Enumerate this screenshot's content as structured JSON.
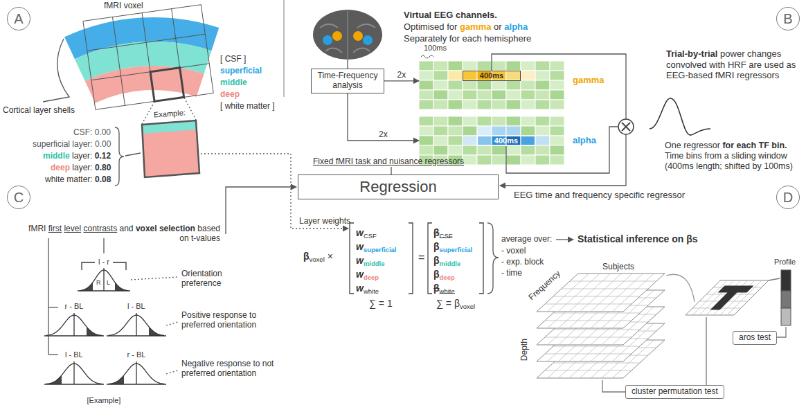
{
  "diagram": {
    "nodes": [
      {
        "text": [
          "A"
        ]
      },
      {
        "text": [
          "B"
        ]
      },
      {
        "text": [
          "Time-Frequency analysis"
        ]
      },
      {
        "text": [
          "400ms",
          "gamma"
        ]
      },
      {
        "text": [
          "400ms",
          "alpha"
        ]
      },
      {
        "text": [
          "C"
        ]
      },
      {
        "text": [
          "Regression"
        ]
      },
      {
        "text": [
          "D"
        ]
      },
      {
        "text": [
          "cluster permutation test"
        ]
      },
      {
        "text": [
          "aros test"
        ]
      }
    ],
    "edges": [
      {
        "from": 2,
        "to": 3,
        "arrow": "to",
        "label": "2x"
      },
      {
        "from": 2,
        "to": 4,
        "arrow": "to",
        "label": "2x"
      }
    ],
    "labels": [
      "fMRI voxel",
      "[ CSF ]",
      "superficial",
      "middle",
      "deep",
      "[ white matter ]",
      "Cortical layer shells",
      "Example:",
      "CSF: 0.00",
      "superficial layer: 0.00",
      "middle layer: 0.12",
      "deep layer: 0.80",
      "white matter: 0.08",
      "Virtual EEG channels.",
      "Optimised for gamma or alpha",
      "Separately for each hemisphere",
      "100ms",
      "Trial-by-trial power changes convolved with HRF are used as EEG-based fMRI regressors",
      "One regressor for each TF bin. Time bins from a sliding window (400ms length; shifted by 100ms)",
      "Fixed fMRI task and nuisance regressors",
      "EEG time and frequency specific regressor",
      "Layer weights",
      "βvoxel ×",
      "wCSF",
      "wsuperficial",
      "wmiddle",
      "wdeep",
      "wwhite",
      "=",
      "βCSF",
      "βsuperficial",
      "βmiddle",
      "βdeep",
      "βwhite",
      "∑ = 1",
      "∑ = βvoxel",
      "average over:",
      "- voxel",
      "- exp. block",
      "- time",
      "Statistical inference on βs",
      "fMRI first level contrasts and voxel selection based on t-values",
      "l - r",
      "R",
      "L",
      "Orientation preference",
      "r - BL",
      "l - BL",
      "Positive response to preferred orientation",
      "l - BL",
      "r - BL",
      "Negative response to not preferred orientation",
      "[Example]",
      "Frequency",
      "Subjects",
      "Depth",
      "Profile"
    ]
  }
}
